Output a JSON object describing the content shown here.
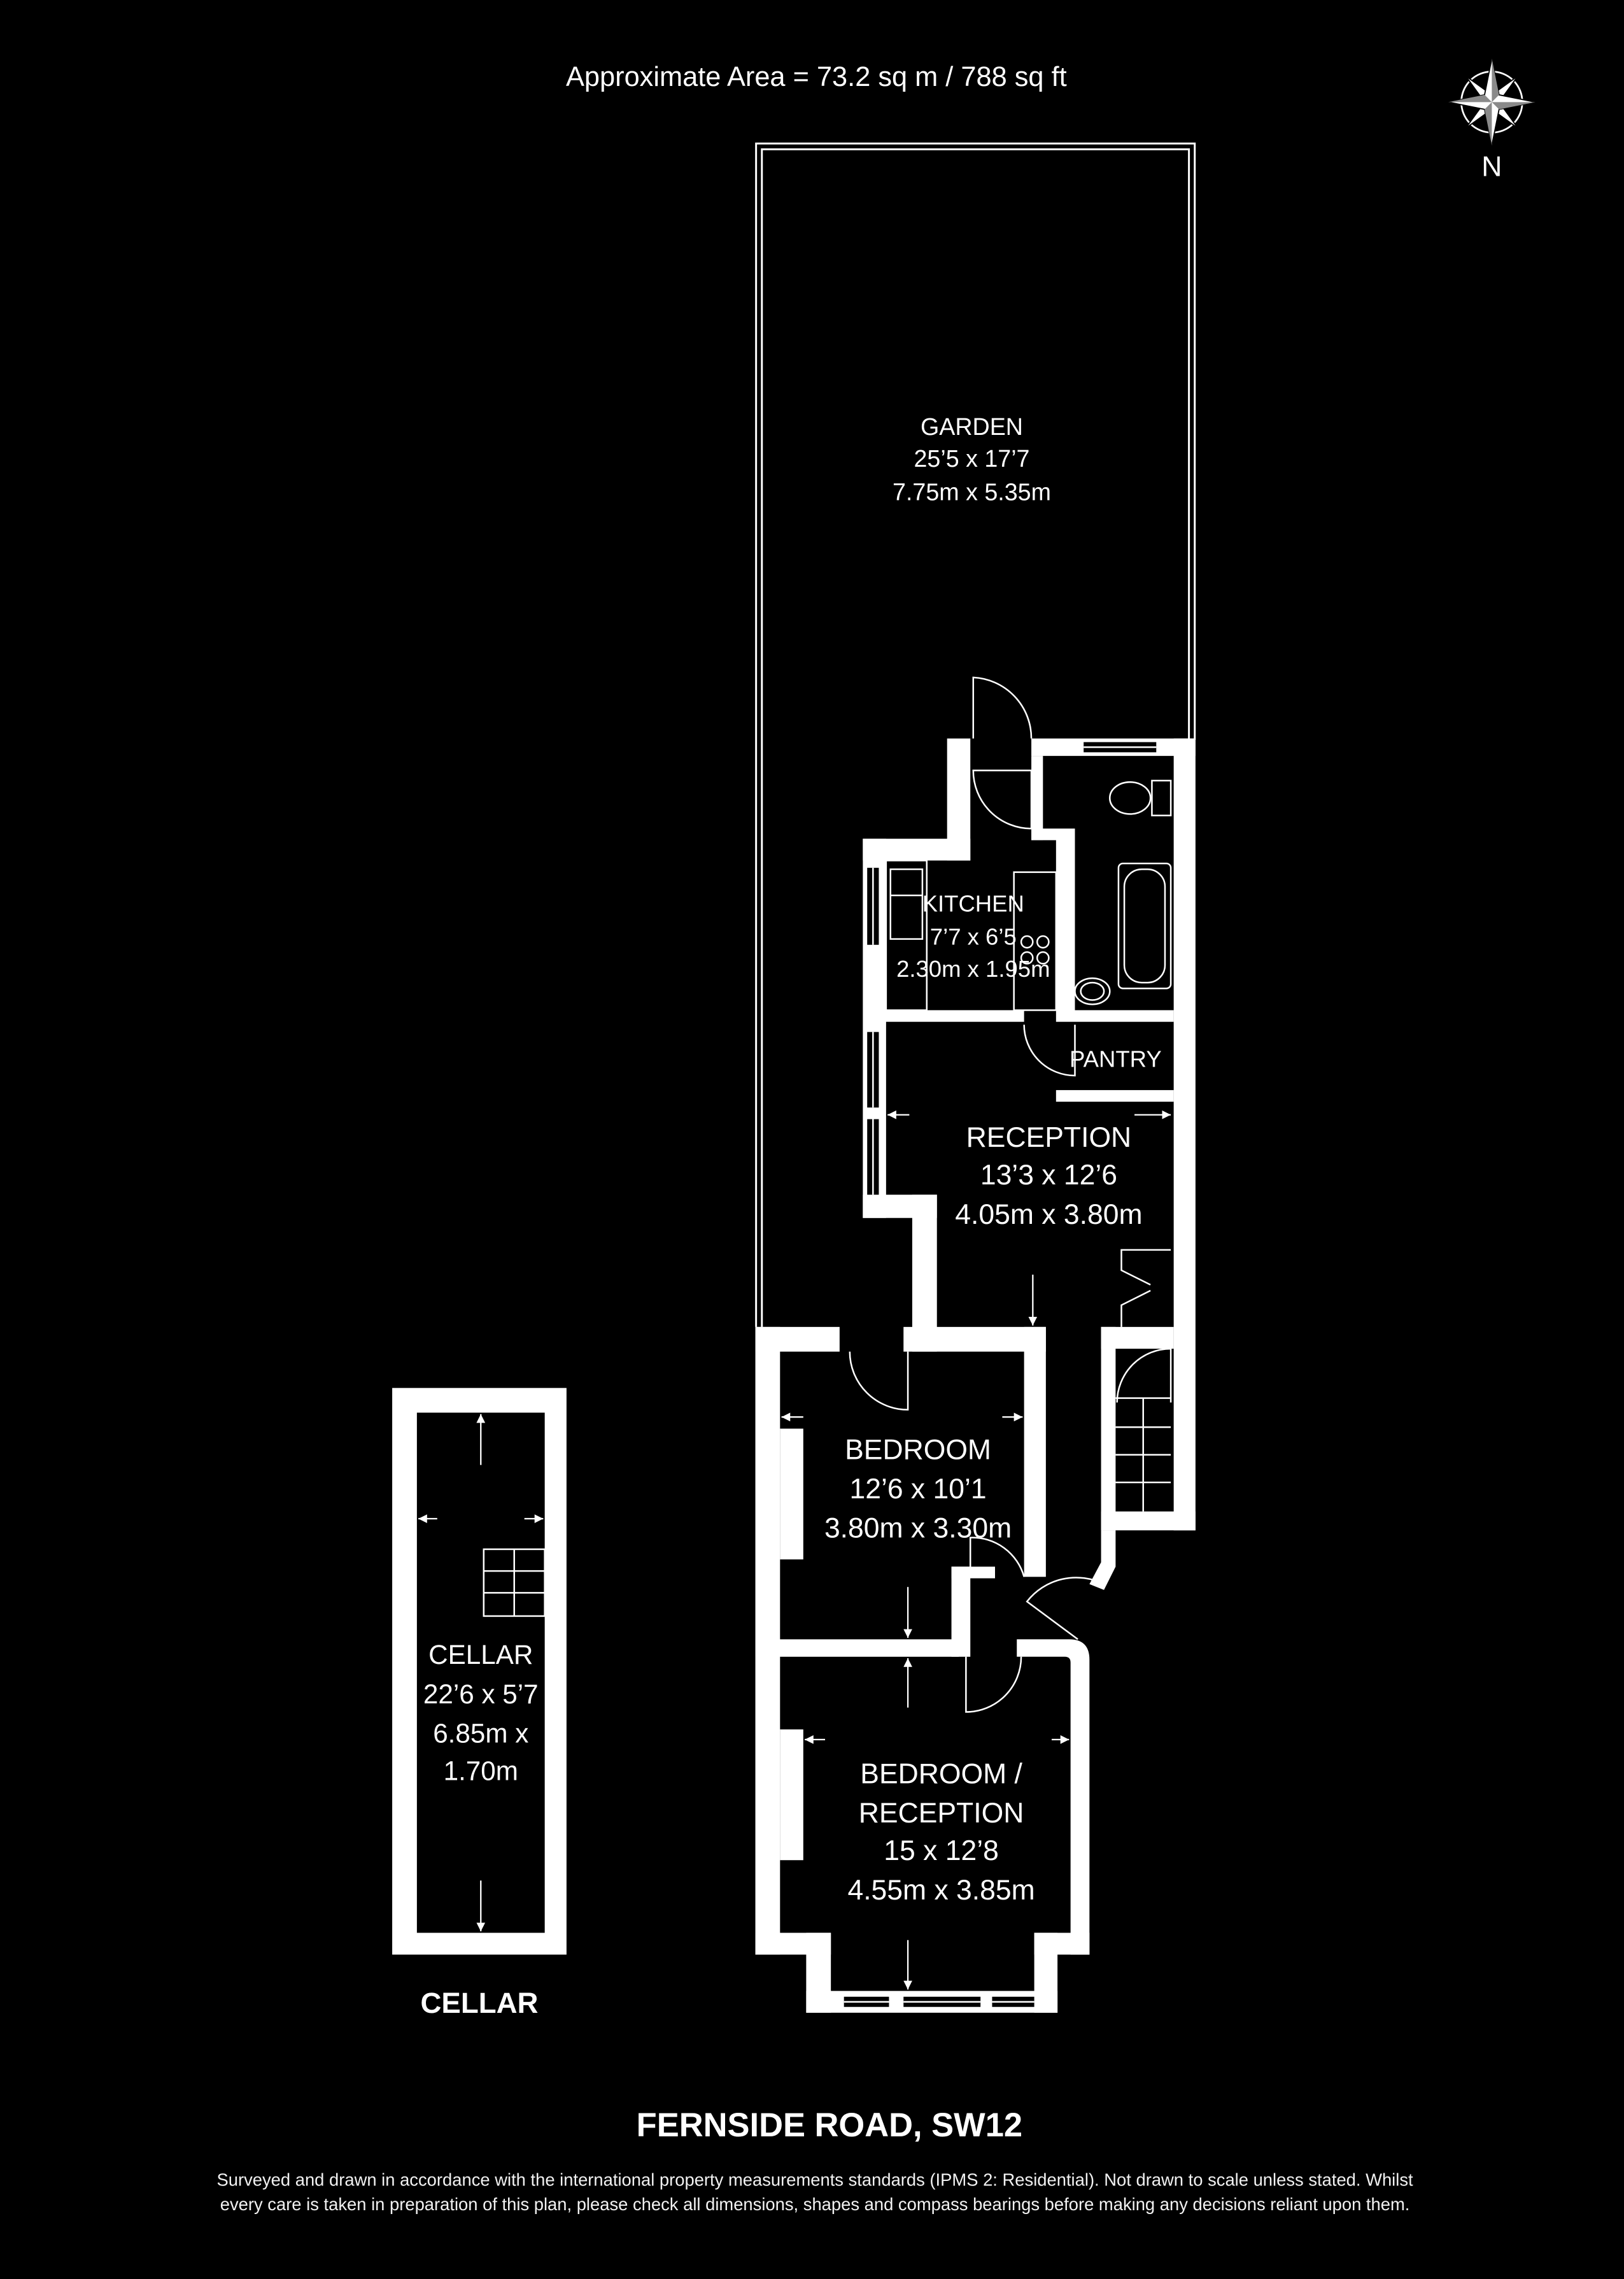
{
  "header": {
    "area": "Approximate Area = 73.2 sq m / 788 sq ft"
  },
  "compass": {
    "icon": "compass-rose-icon",
    "label": "N"
  },
  "rooms": {
    "garden": {
      "name": "GARDEN",
      "imperial": "25’5 x 17’7",
      "metric": "7.75m x 5.35m"
    },
    "kitchen": {
      "name": "KITCHEN",
      "imperial": "7’7 x 6’5",
      "metric": "2.30m x 1.95m"
    },
    "pantry": {
      "name": "PANTRY"
    },
    "reception": {
      "name": "RECEPTION",
      "imperial": "13’3 x 12’6",
      "metric": "4.05m x 3.80m"
    },
    "bedroom": {
      "name": "BEDROOM",
      "imperial": "12’6 x 10’1",
      "metric": "3.80m x 3.30m"
    },
    "bedroom_reception": {
      "name_line1": "BEDROOM /",
      "name_line2": "RECEPTION",
      "imperial": "15 x 12’8",
      "metric": "4.55m x 3.85m"
    },
    "cellar": {
      "name": "CELLAR",
      "imperial": "22’6 x 5’7",
      "metric_line1": "6.85m x",
      "metric_line2": "1.70m"
    }
  },
  "floor_labels": {
    "cellar": "CELLAR"
  },
  "address": "FERNSIDE ROAD, SW12",
  "disclaimer": {
    "line1": "Surveyed and drawn in accordance with the international property measurements standards (IPMS 2: Residential). Not drawn to scale unless stated. Whilst",
    "line2": "every care is taken in preparation of this plan, please check all dimensions, shapes and compass bearings before making any decisions reliant upon them."
  },
  "colors": {
    "background": "#000000",
    "walls": "#ffffff",
    "text": "#ffffff"
  }
}
